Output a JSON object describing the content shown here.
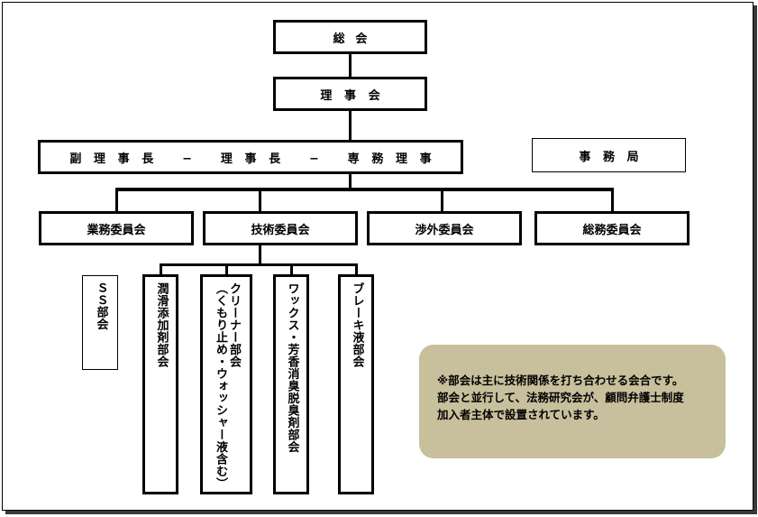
{
  "org": {
    "general_assembly": "総会",
    "board": "理事会",
    "executives": "副理事長 − 理事長 − 専務理事",
    "secretariat": "事務局",
    "committees": [
      "業務委員会",
      "技術委員会",
      "渉外委員会",
      "総務委員会"
    ],
    "ss_subcommittee": "ＳＳ部会",
    "tech_subcommittees": [
      "潤滑添加剤部会",
      "クリーナー部会\n（くもり止め・ウォッシャー液含む）",
      "ワックス・芳香消臭脱臭剤部会",
      "ブレーキ液部会"
    ]
  },
  "note": {
    "lines": [
      "※部会は主に技術関係を打ち合わせる会合です。",
      "部会と並行して、法務研究会が、顧問弁護士制度",
      "加入者主体で設置されています。"
    ]
  }
}
